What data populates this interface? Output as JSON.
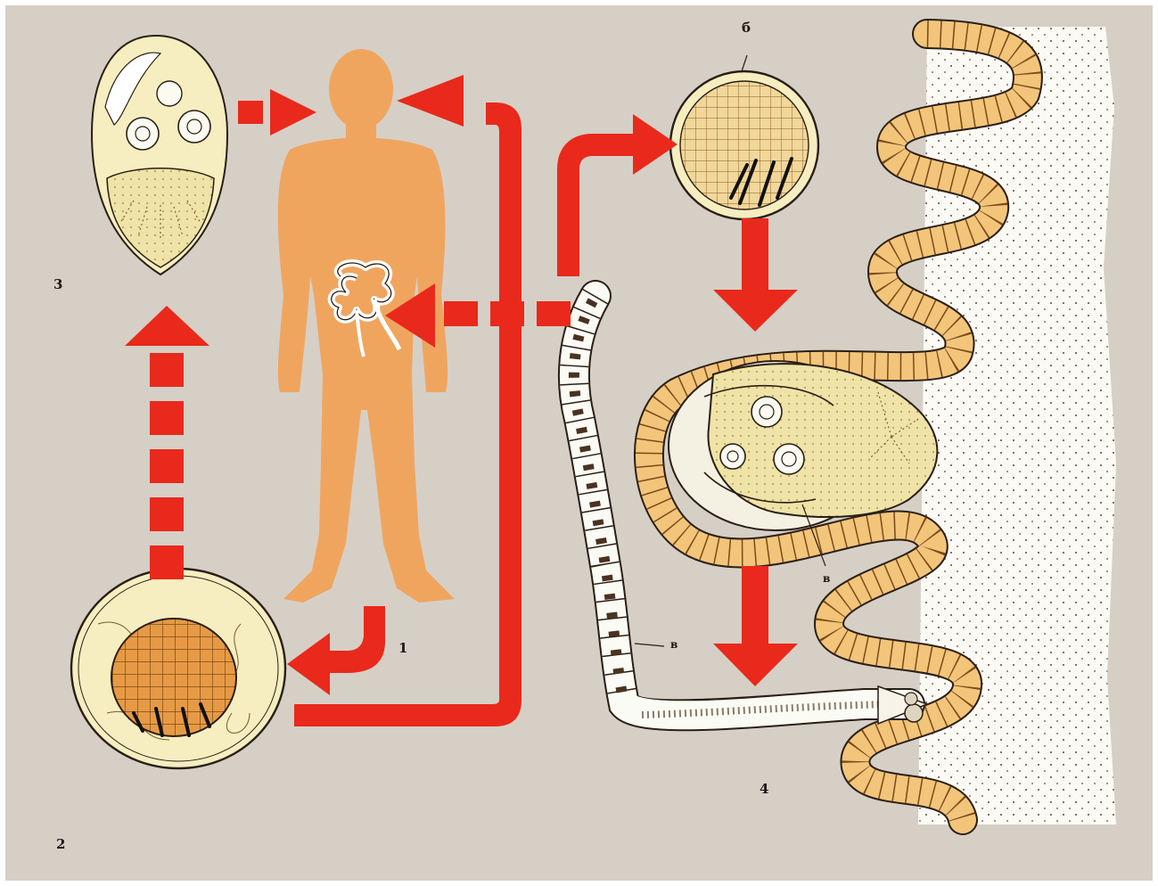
{
  "labels": {
    "stage_1": "1",
    "stage_2": "2",
    "stage_3": "3",
    "stage_4": "4",
    "letter_b": "б",
    "letter_v_proglottid": "в",
    "letter_v_cysticercus": "в"
  },
  "colors": {
    "background": "#d6cfc6",
    "human_body": "#f0a55f",
    "arrow_red": "#e9291b",
    "egg_cream": "#f6eec0",
    "embryo_orange": "#e79a45",
    "gut_wall": "#f2c57a",
    "outline": "#2a1e14"
  },
  "icons": {
    "human": "human-silhouette-icon",
    "intestine": "intestine-icon",
    "egg": "egg-icon",
    "onchosphere": "onchosphere-icon",
    "cysticercus": "cysticercus-icon",
    "tapeworm": "tapeworm-strobila-icon"
  }
}
